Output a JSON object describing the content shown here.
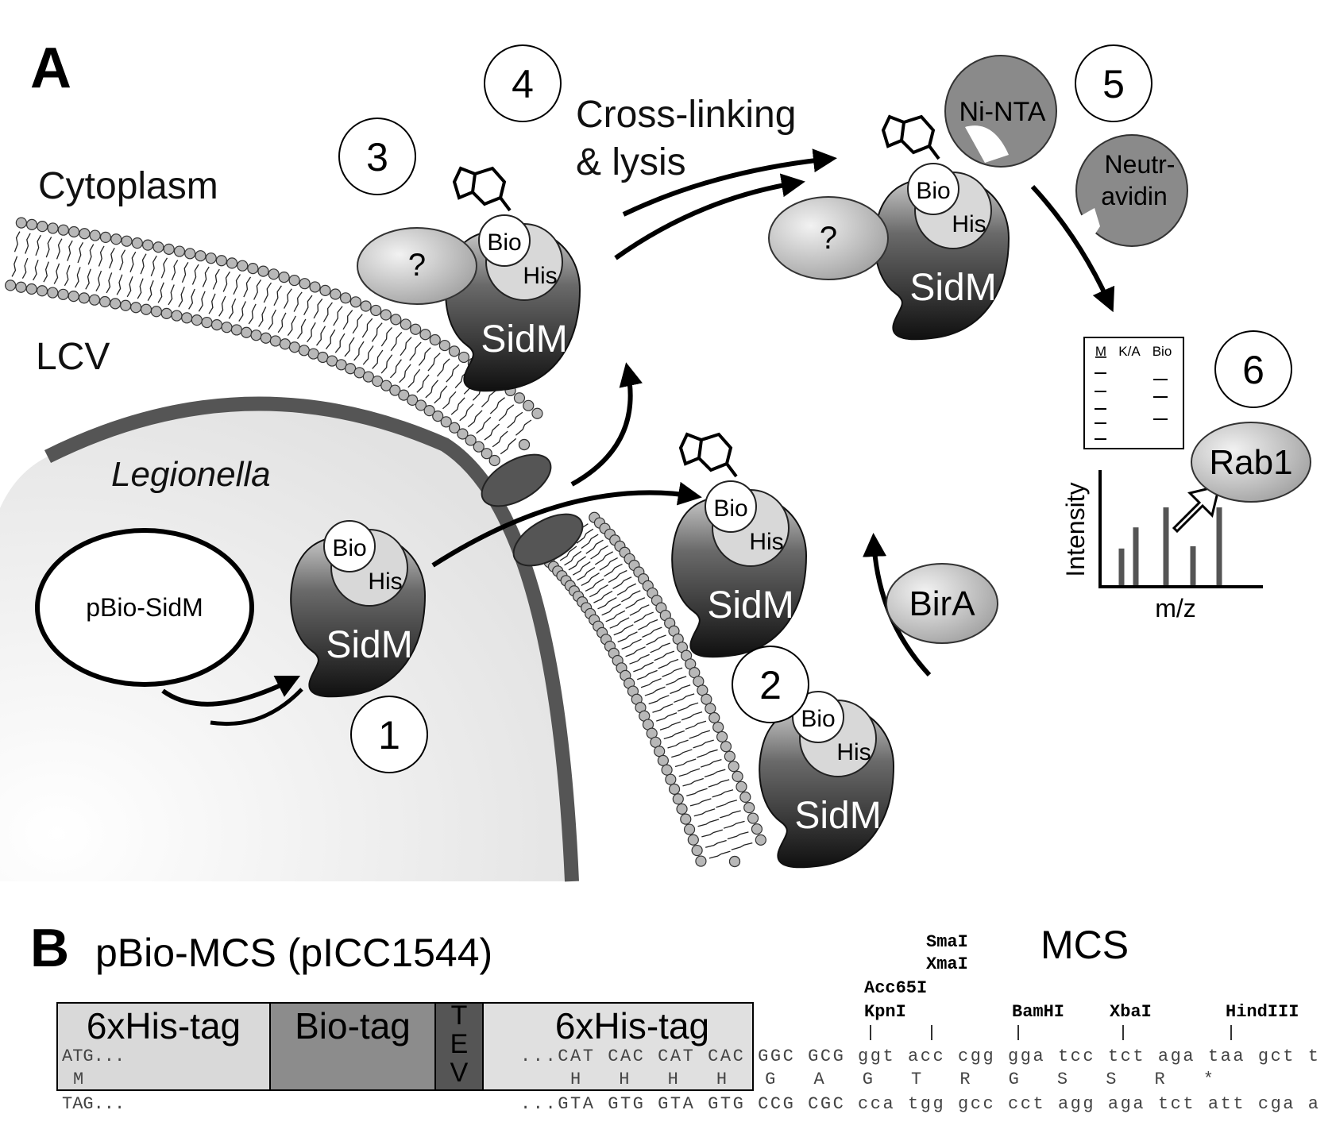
{
  "panel_a": {
    "letter": "A",
    "labels": {
      "cytoplasm": "Cytoplasm",
      "lcv": "LCV",
      "legionella": "Legionella",
      "plasmid": "pBio-SidM",
      "crosslink_line1": "Cross-linking",
      "crosslink_line2": "& lysis",
      "ni_nta": "Ni-NTA",
      "neutravidin_line1": "Neutr-",
      "neutravidin_line2": "avidin",
      "birA": "BirA",
      "unknown": "?",
      "rab1": "Rab1",
      "protein": "SidM",
      "bio": "Bio",
      "his": "His"
    },
    "steps": [
      "1",
      "2",
      "3",
      "4",
      "5",
      "6"
    ],
    "gel": {
      "lanes": [
        "M",
        "K/A",
        "Bio"
      ]
    },
    "spectrum": {
      "ylabel": "Intensity",
      "xlabel": "m/z",
      "peaks": [
        0.33,
        0.52,
        0.7,
        0.35,
        0.7
      ]
    }
  },
  "panel_b": {
    "letter": "B",
    "title": "pBio-MCS (pICC1544)",
    "mcs_label": "MCS",
    "segments": [
      {
        "label": "6xHis-tag",
        "color": "#d9d9d9"
      },
      {
        "label": "Bio-tag",
        "color": "#8c8c8c"
      },
      {
        "label": "TEV",
        "color": "#555555"
      },
      {
        "label": "6xHis-tag",
        "color": "#e0e0e0"
      }
    ],
    "enzymes": {
      "smai": "SmaI",
      "xmai": "XmaI",
      "acc65i": "Acc65I",
      "kpni": "KpnI",
      "bamhi": "BamHI",
      "xbai": "XbaI",
      "hindiii": "HindIII"
    },
    "ticks": "|",
    "seq": {
      "top_left": "ATG...",
      "aa_left": "M",
      "bottom_left": "TAG...",
      "top_right": "...CAT CAC CAT CAC GGC GCG ggt acc cgg gga tcc tct aga taa gct t",
      "aa_right": "H    H    H    H    G    A    G    T    R    G    S    S    R    *",
      "bottom_right": "...GTA GTG GTA GTG CCG CGC cca tgg gcc cct agg aga tct att cga a"
    }
  }
}
